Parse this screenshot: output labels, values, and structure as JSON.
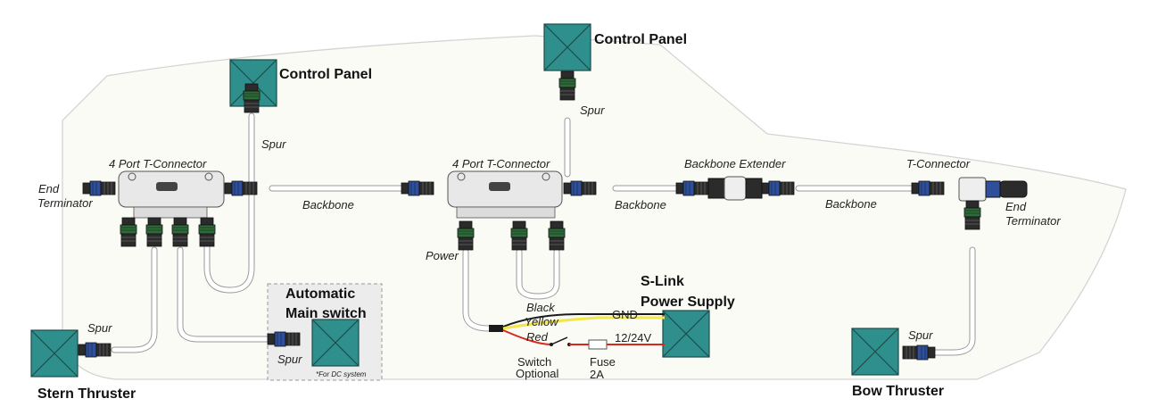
{
  "labels": {
    "control_panel_left": "Control Panel",
    "control_panel_top": "Control Panel",
    "four_port_left": "4 Port T-Connector",
    "four_port_mid": "4 Port T-Connector",
    "backbone_extender": "Backbone Extender",
    "t_connector": "T-Connector",
    "end_terminator_left_1": "End",
    "end_terminator_left_2": "Terminator",
    "end_terminator_right_1": "End",
    "end_terminator_right_2": "Terminator",
    "backbone_1": "Backbone",
    "backbone_2": "Backbone",
    "backbone_3": "Backbone",
    "spur_left_panel": "Spur",
    "spur_top_panel": "Spur",
    "spur_stern": "Spur",
    "spur_main_switch": "Spur",
    "spur_bow": "Spur",
    "power": "Power",
    "automatic_main_switch_1": "Automatic",
    "automatic_main_switch_2": "Main switch",
    "dc_note": "*For DC system",
    "slink_1": "S-Link",
    "slink_2": "Power Supply",
    "wire_black": "Black",
    "wire_yellow": "Yellow",
    "wire_red": "Red",
    "gnd": "GND",
    "voltage": "12/24V",
    "switch_1": "Switch",
    "switch_2": "Optional",
    "fuse_1": "Fuse",
    "fuse_2": "2A",
    "stern_thruster": "Stern Thruster",
    "bow_thruster": "Bow Thruster"
  },
  "colors": {
    "device_fill": "#2f8f8c",
    "connector_green": "#2f6b3a",
    "connector_dark": "#2b2b2b",
    "connector_blue": "#2f4f9a",
    "hull_outline": "#cfcfcf",
    "hull_fill": "#fbfbf6",
    "cable": "#ffffff",
    "wire_black": "#1a1a1a",
    "wire_yellow": "#f2e64a",
    "wire_red": "#d8281c"
  }
}
